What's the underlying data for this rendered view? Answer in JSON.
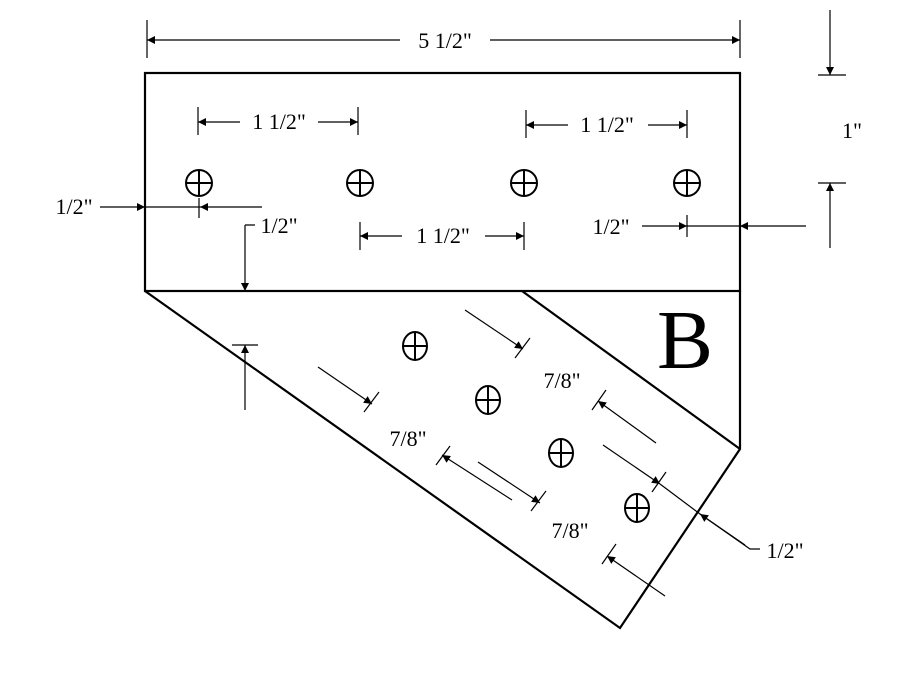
{
  "title": "Gusset plate B dimensions",
  "part_label": "B",
  "dimensions": {
    "overall_width": "5 1/2\"",
    "top_left_spacing": "1 1/2\"",
    "top_right_spacing": "1 1/2\"",
    "middle_spacing": "1 1/2\"",
    "plate_height_hole_offset": "1\"",
    "left_edge_offset": "1/2\"",
    "right_edge_offset": "1/2\"",
    "bottom_edge_offset": "1/2\"",
    "diag_spacing_upper": "7/8\"",
    "diag_spacing_left": "7/8\"",
    "diag_spacing_lower": "7/8\"",
    "diag_end_offset": "1/2\""
  },
  "colors": {
    "line": "#000000",
    "background": "#ffffff"
  }
}
